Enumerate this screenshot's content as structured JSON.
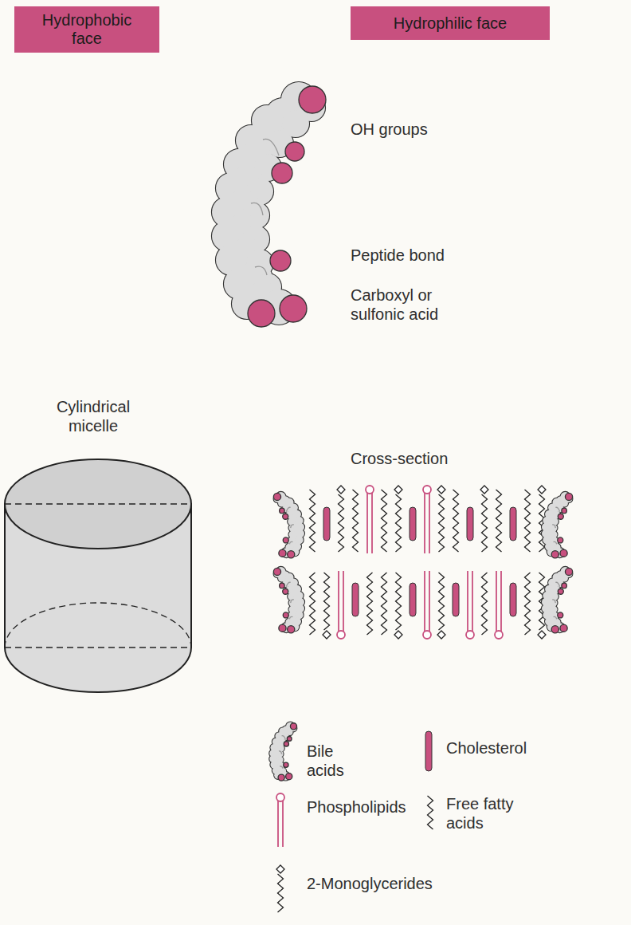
{
  "diagram": {
    "nodes": [
      {
        "text": [
          "Hydrophobic face"
        ]
      },
      {
        "text": [
          "Hydrophilic face"
        ]
      }
    ],
    "labels": [
      "OH groups",
      "Peptide bond",
      "Carboxyl or sulfonic acid",
      "Cylindrical micelle",
      "Cross-section"
    ],
    "legend": [
      {
        "text": "Bile acids"
      },
      {
        "text": "Cholesterol"
      },
      {
        "text": "Phospholipids"
      },
      {
        "text": "Free fatty acids"
      },
      {
        "text": "2-Monoglycerides"
      }
    ]
  }
}
